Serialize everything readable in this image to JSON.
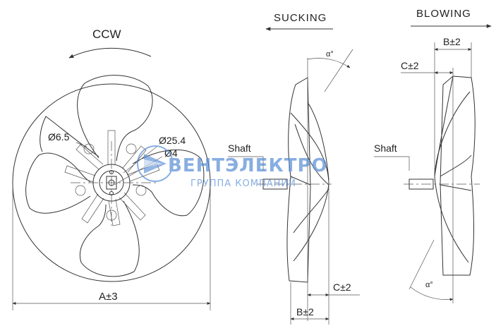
{
  "front_view": {
    "rotation_label": "CCW",
    "hole_diameter_label": "Ø6.5",
    "hub_diameter_label": "Ø25.4",
    "bore_diameter_label": "Ø4",
    "outer_diameter_label": "A±3"
  },
  "sucking_view": {
    "title": "SUCKING",
    "angle_label": "α°",
    "shaft_label": "Shaft",
    "dim_c_label": "C±2",
    "dim_b_label": "B±2"
  },
  "blowing_view": {
    "title": "BLOWING",
    "dim_b_label": "B±2",
    "dim_c_label": "C±2",
    "shaft_label": "Shaft",
    "angle_label": "α°"
  },
  "watermark": {
    "brand": "ВЕНТЭЛЕКТРО",
    "tagline": "ГРУППА КОМПАНИЙ",
    "color": "#5b8fd6"
  },
  "colors": {
    "line": "#333333",
    "background": "#ffffff"
  }
}
